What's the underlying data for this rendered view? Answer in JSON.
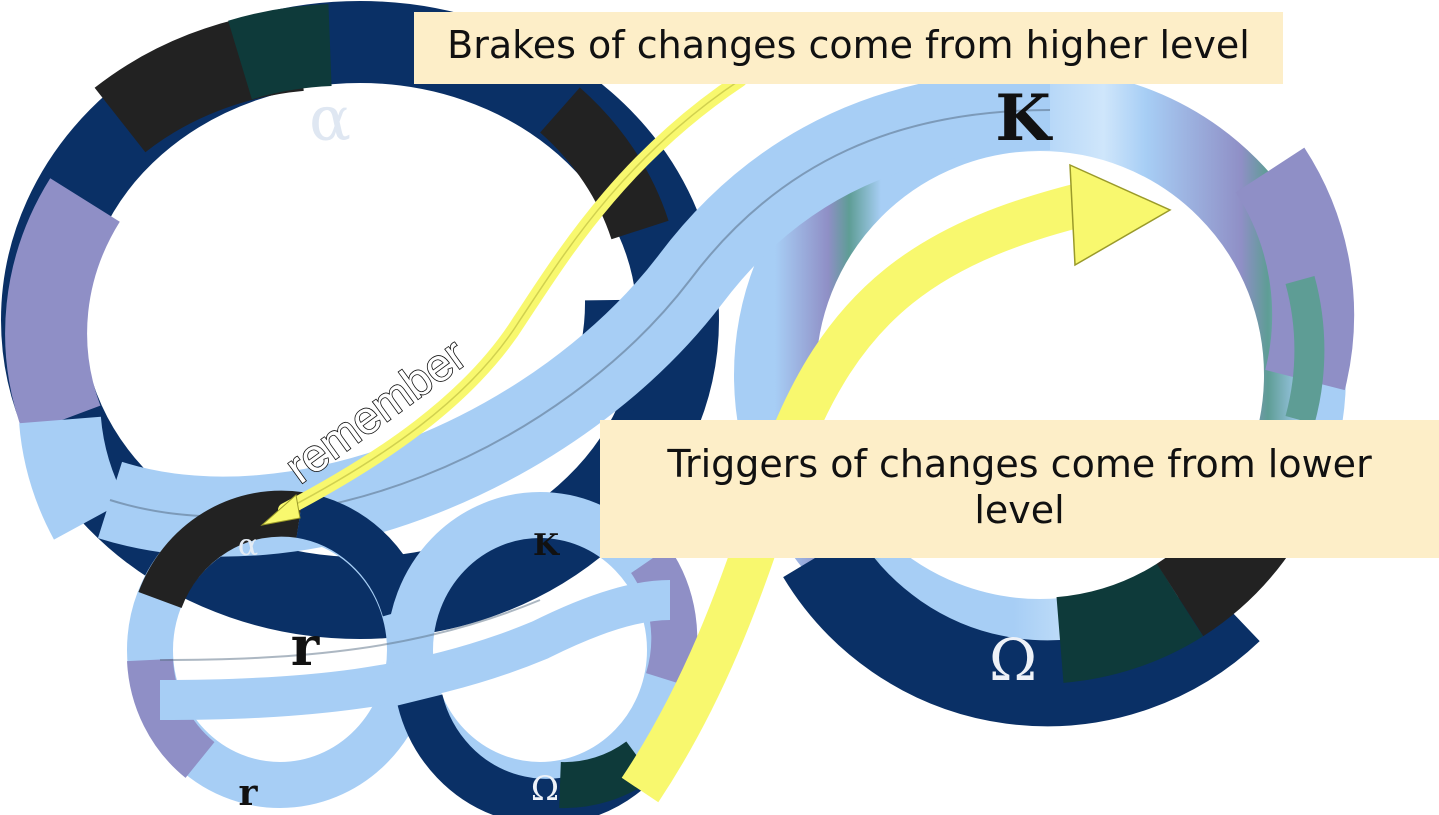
{
  "callouts": {
    "top": "Brakes of changes come from higher level",
    "bottom": "Triggers of changes come from lower level"
  },
  "arrow_labels": {
    "remember": "remember"
  },
  "large_cycle": {
    "alpha": "α",
    "k": "K",
    "omega": "Ω"
  },
  "small_cycle": {
    "alpha": "α",
    "r": "r",
    "k": "K",
    "omega": "Ω",
    "r_lower": "r"
  },
  "colors": {
    "navy": "#0a3066",
    "dark_green": "#0e3a3a",
    "black": "#222222",
    "light_blue": "#a7cef5",
    "pale_blue": "#cfe6fb",
    "lavender": "#8f8fc6",
    "teal": "#5e9d95",
    "arrow_yellow": "#f8f86e",
    "callout_bg": "#fdeec8"
  }
}
